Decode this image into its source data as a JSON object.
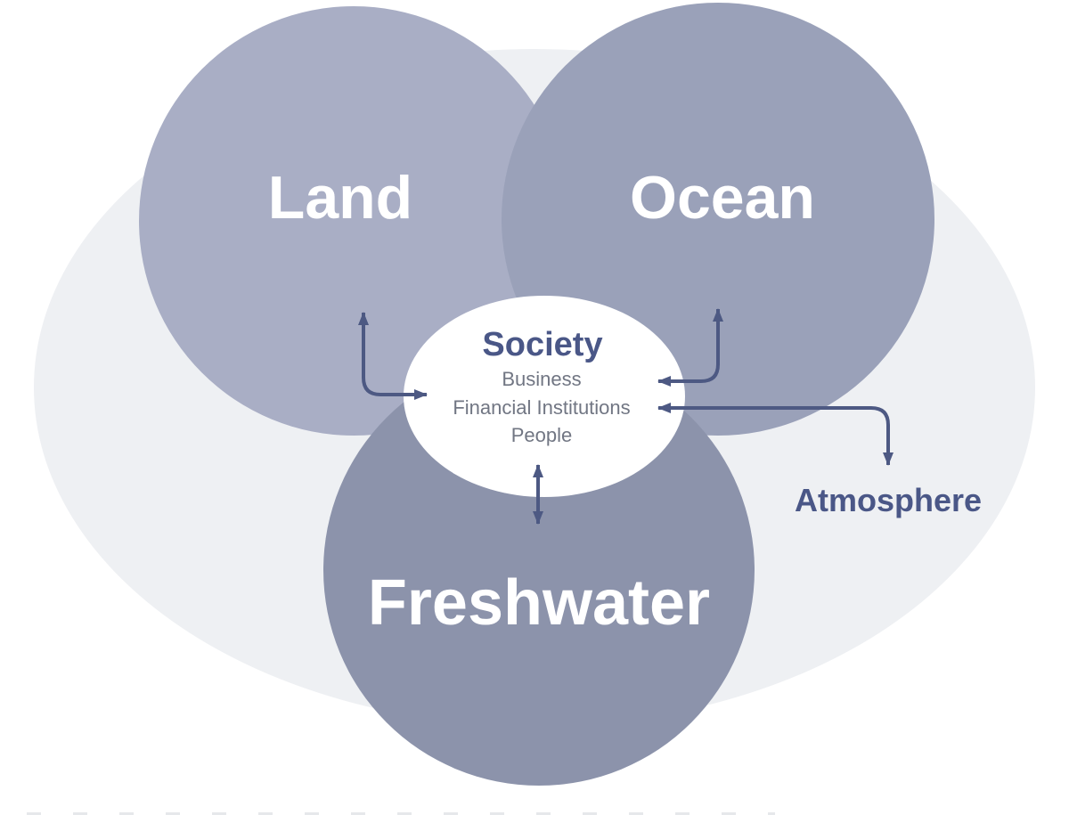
{
  "colors": {
    "background": "#ffffff",
    "atmosphere_fill": "#eef0f3",
    "land_fill": "#a9aec5",
    "ocean_fill": "#9aa1b9",
    "freshwater_fill": "#8c93ab",
    "society_fill": "#ffffff",
    "arrow": "#4d5983",
    "heading_text": "#4a5787",
    "subitem_text": "#717683",
    "circle_label_text": "#ffffff"
  },
  "diagram": {
    "spheres": {
      "land": {
        "label": "Land"
      },
      "ocean": {
        "label": "Ocean"
      },
      "freshwater": {
        "label": "Freshwater"
      },
      "atmosphere": {
        "label": "Atmosphere"
      }
    },
    "society": {
      "title": "Society",
      "items": [
        "Business",
        "Financial Institutions",
        "People"
      ]
    },
    "connections": [
      {
        "from": "land",
        "to": "society",
        "style": "elbow",
        "direction": "bidirectional"
      },
      {
        "from": "ocean",
        "to": "society",
        "style": "elbow",
        "direction": "bidirectional"
      },
      {
        "from": "society",
        "to": "atmosphere",
        "style": "elbow",
        "direction": "bidirectional"
      },
      {
        "from": "society",
        "to": "freshwater",
        "style": "straight",
        "direction": "bidirectional"
      }
    ]
  }
}
